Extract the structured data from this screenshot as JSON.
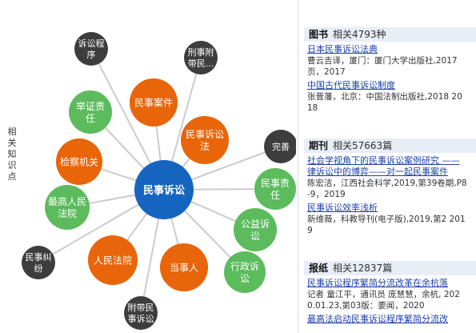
{
  "side_label": [
    "相",
    "关",
    "知",
    "识",
    "点"
  ],
  "center": {
    "label": "民事诉讼",
    "color": "#1565c0"
  },
  "colors": {
    "orange": "#e8650a",
    "green": "#5cbb5c",
    "dark": "#3d3d3d",
    "edge": "#cccccc"
  },
  "nodes": [
    {
      "id": "n-litigation-procedure",
      "lines": [
        "诉讼程",
        "序"
      ],
      "kind": "dark"
    },
    {
      "id": "n-civil-case",
      "lines": [
        "民事案件"
      ],
      "kind": "orange"
    },
    {
      "id": "n-incidental-civil",
      "lines": [
        "刑事附",
        "带民..."
      ],
      "kind": "dark"
    },
    {
      "id": "n-burden-of-proof",
      "lines": [
        "举证责",
        "任"
      ],
      "kind": "green"
    },
    {
      "id": "n-civil-procedure-law",
      "lines": [
        "民事诉讼",
        "法"
      ],
      "kind": "orange"
    },
    {
      "id": "n-improve",
      "lines": [
        "完善"
      ],
      "kind": "dark"
    },
    {
      "id": "n-procuratorate",
      "lines": [
        "检察机关"
      ],
      "kind": "orange"
    },
    {
      "id": "n-civil-liability",
      "lines": [
        "民事责",
        "任"
      ],
      "kind": "green"
    },
    {
      "id": "n-supreme-court",
      "lines": [
        "最高人民",
        "法院"
      ],
      "kind": "green"
    },
    {
      "id": "n-public-interest",
      "lines": [
        "公益诉",
        "讼"
      ],
      "kind": "green"
    },
    {
      "id": "n-civil-dispute",
      "lines": [
        "民事纠",
        "纷"
      ],
      "kind": "dark"
    },
    {
      "id": "n-peoples-court",
      "lines": [
        "人民法院"
      ],
      "kind": "orange"
    },
    {
      "id": "n-party",
      "lines": [
        "当事人"
      ],
      "kind": "orange"
    },
    {
      "id": "n-administrative",
      "lines": [
        "行政诉",
        "讼"
      ],
      "kind": "green"
    },
    {
      "id": "n-incidental-civil-2",
      "lines": [
        "附带民",
        "事诉讼"
      ],
      "kind": "dark"
    }
  ],
  "sections": [
    {
      "name": "图书",
      "count": "相关4793种",
      "items": [
        {
          "title": "日本民事诉讼法典",
          "meta": "曹云吉译，厦门：厦门大学出版社,2017页，2017"
        },
        {
          "title": "中国古代民事诉讼制度",
          "meta": "张晋藩，北京：中国法制出版社,2018 2018"
        }
      ]
    },
    {
      "name": "期刊",
      "count": "相关57663篇",
      "items": [
        {
          "title": "社会学视角下的民事诉讼案例研究 —— 律诉讼中的博弈——对一起民事案件",
          "meta": "陈宏洁，江西社会科学,2019,第39卷期,P8-9，2019"
        },
        {
          "title": "民事诉讼效率浅析",
          "meta": "新维薇，科教导刊(电子版),2019,第2 2019"
        }
      ]
    },
    {
      "name": "报纸",
      "count": "相关12837篇",
      "items": [
        {
          "title": "民事诉讼程序繁简分流改革在余杭落",
          "meta": "记者 童江平，通讯员 庞慧慧，余杭, 2020.01.23,第03版：要闻，2020"
        },
        {
          "title": "最高法启动民事诉讼程序繁简分流改",
          "meta": ""
        }
      ]
    }
  ]
}
